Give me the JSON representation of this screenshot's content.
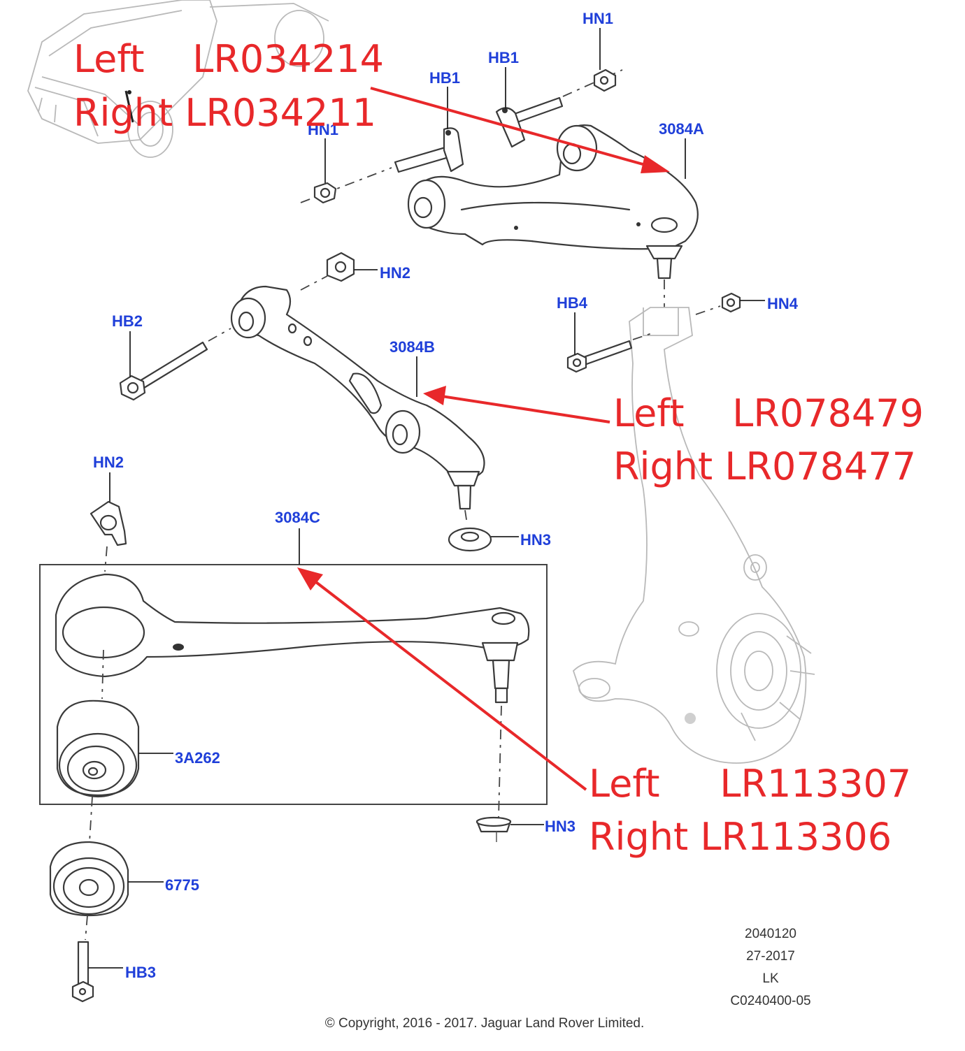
{
  "callouts": {
    "hn1_top": "HN1",
    "hb1_right": "HB1",
    "hb1_left": "HB1",
    "hn1_left": "HN1",
    "upper_arm": "3084A",
    "hn2_top": "HN2",
    "hb2": "HB2",
    "lower_arm_b": "3084B",
    "hb4": "HB4",
    "hn4": "HN4",
    "hn2_left": "HN2",
    "lower_arm_c": "3084C",
    "hn3_mid": "HN3",
    "bushing_3a262": "3A262",
    "hn3_low": "HN3",
    "bushing_6775": "6775",
    "hb3": "HB3"
  },
  "annotations": {
    "upper": {
      "left": "Left    LR034214",
      "right": "Right LR034211"
    },
    "middle": {
      "left": "Left    LR078479",
      "right": "Right LR078477"
    },
    "lower": {
      "left": "Left     LR113307",
      "right": "Right LR113306"
    }
  },
  "meta": {
    "line1": "2040120",
    "line2": "27-2017",
    "line3": "LK",
    "line4": "C0240400-05"
  },
  "copyright": "© Copyright, 2016 - 2017. Jaguar Land Rover Limited.",
  "colors": {
    "callout": "#1f3fd9",
    "annotation": "#e8282a",
    "line_art": "#3a3a3a"
  }
}
